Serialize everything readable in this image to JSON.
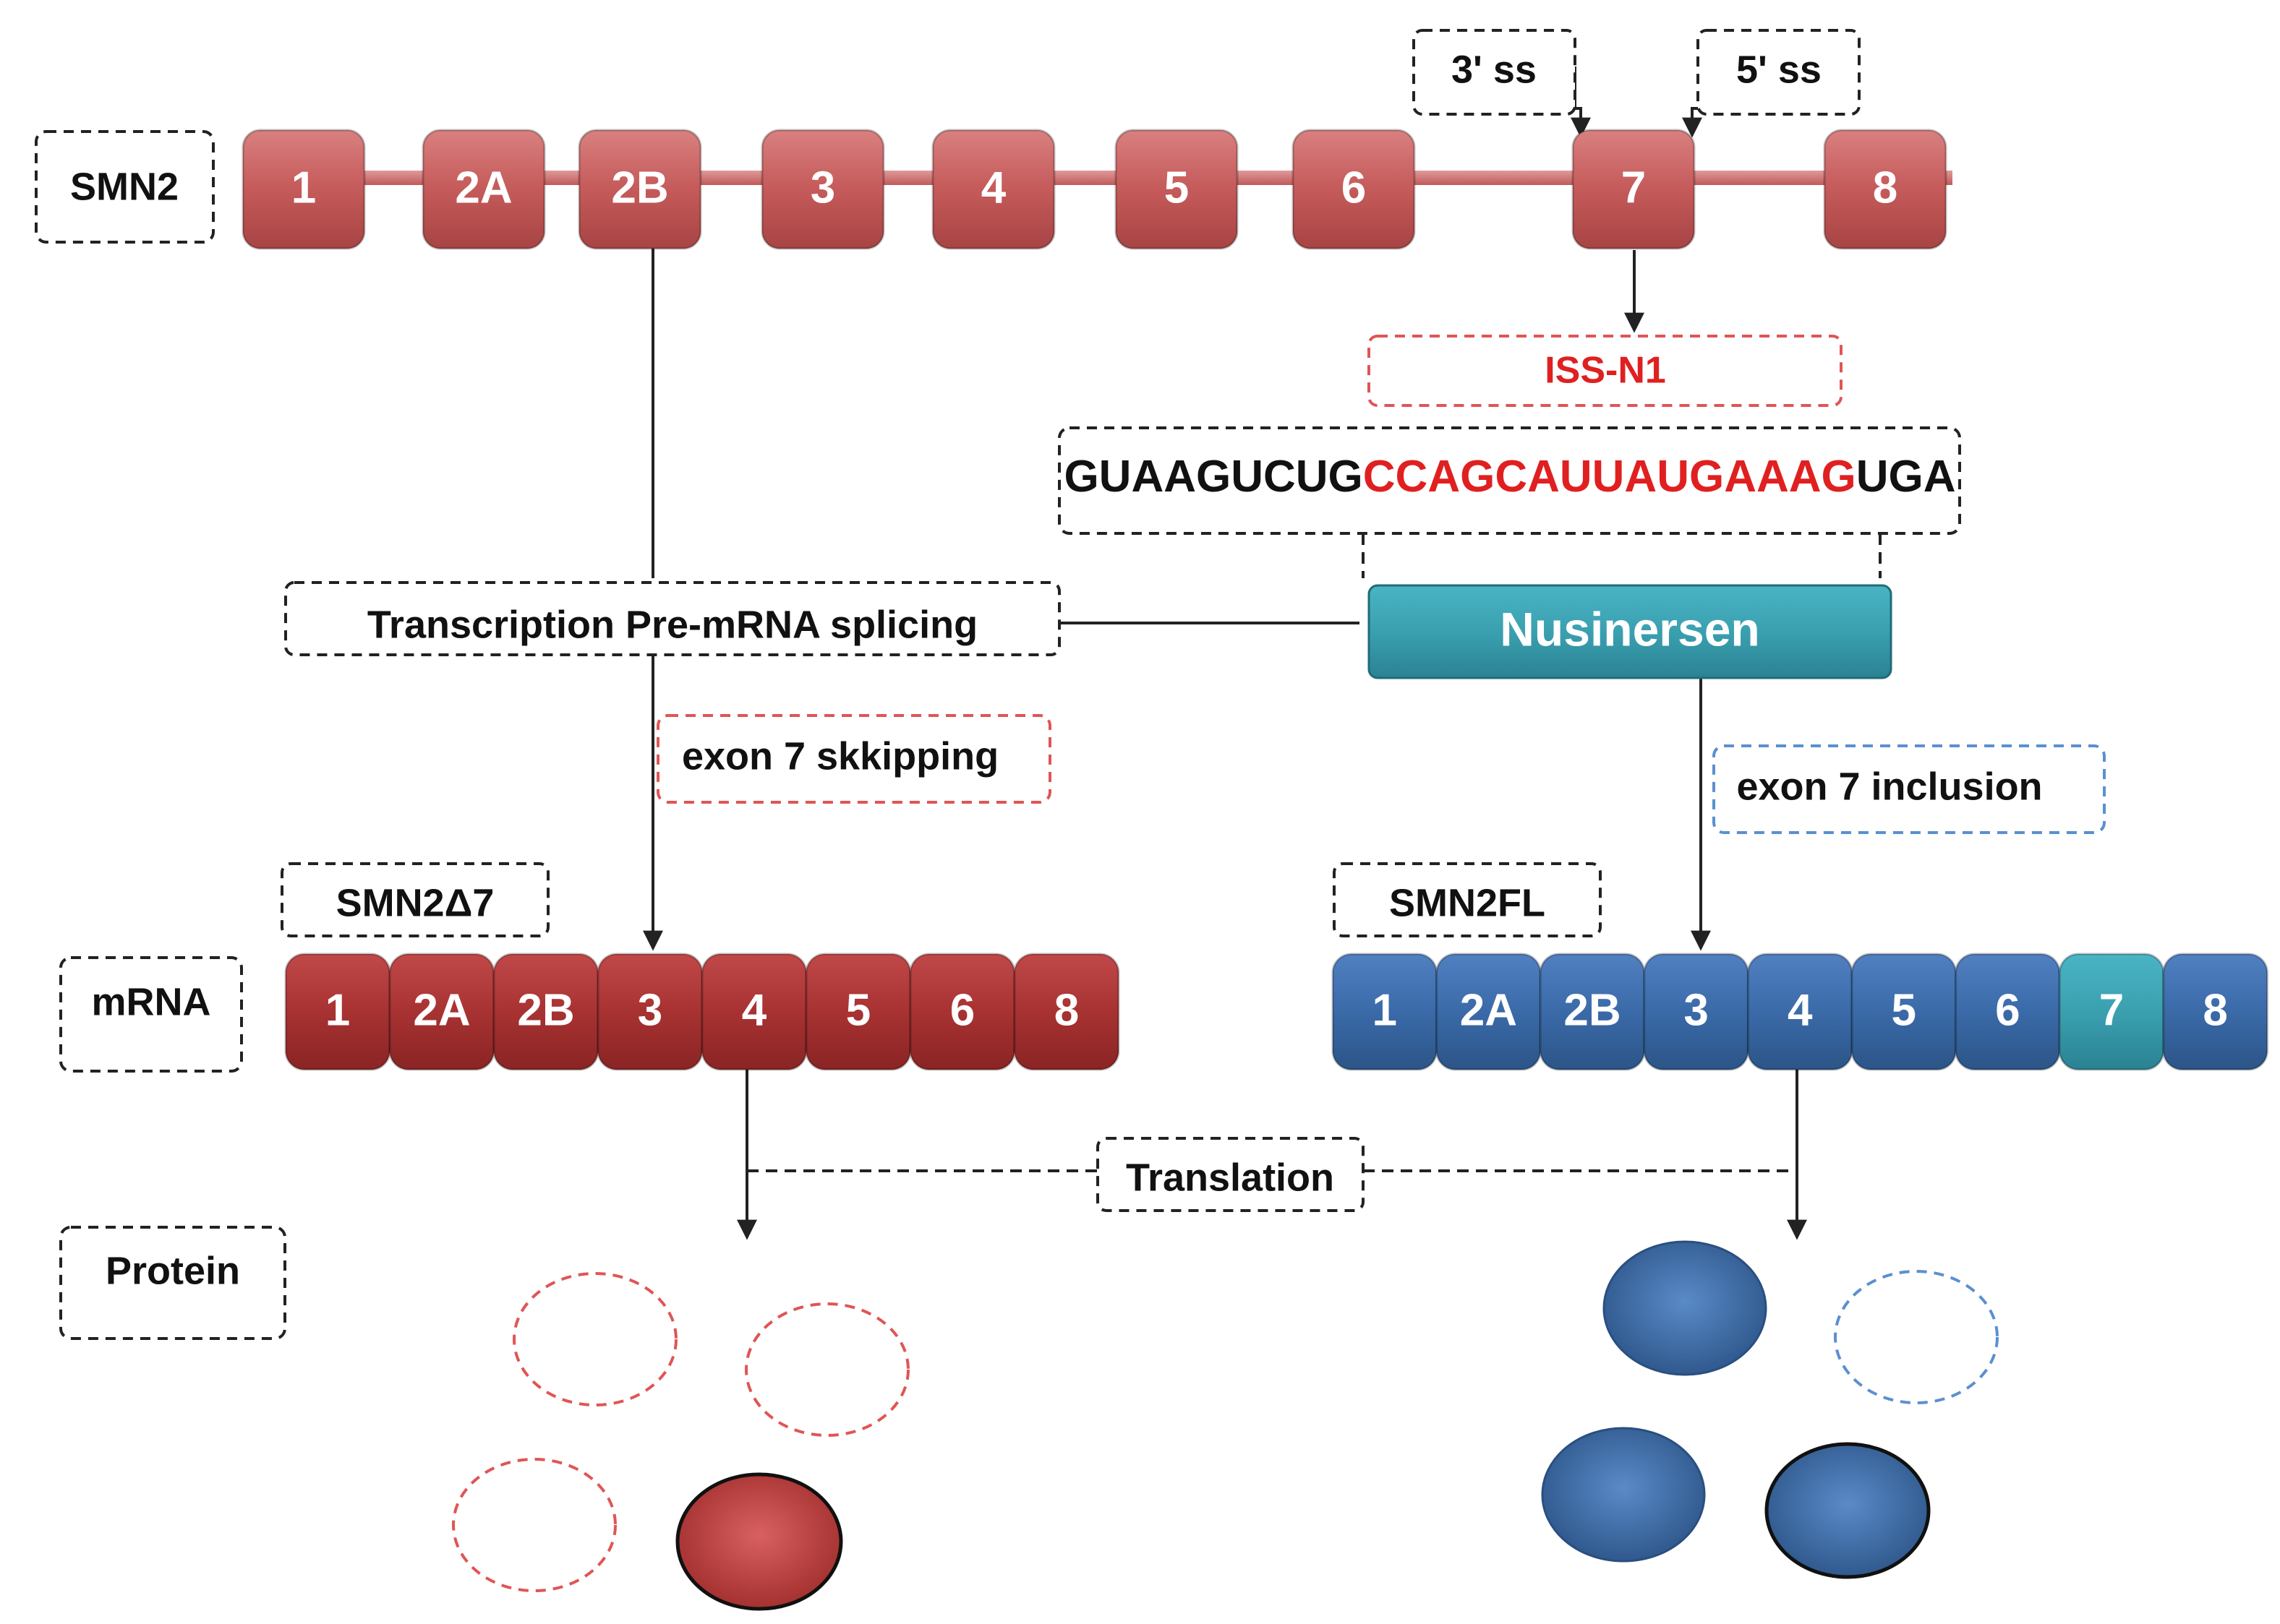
{
  "labels": {
    "smn2": "SMN2",
    "ss3": "3' ss",
    "ss5": "5' ss",
    "iss": "ISS-N1",
    "transcription": "Transcription Pre-mRNA splicing",
    "nusinersen": "Nusinersen",
    "skip": "exon 7 skkipping",
    "incl": "exon 7 inclusion",
    "delta7": "SMN2Δ7",
    "fl": "SMN2FL",
    "mrna": "mRNA",
    "translation": "Translation",
    "protein": "Protein"
  },
  "sequence": {
    "part1": "GUAAGUCUG",
    "part2": "CCAGCAUUAUGAAAG",
    "part3": "UGA"
  },
  "gene_exons": [
    "1",
    "2A",
    "2B",
    "3",
    "4",
    "5",
    "6",
    "7",
    "8"
  ],
  "delta7_exons": [
    "1",
    "2A",
    "2B",
    "3",
    "4",
    "5",
    "6",
    "8"
  ],
  "fl_exons": [
    "1",
    "2A",
    "2B",
    "3",
    "4",
    "5",
    "6",
    "7",
    "8"
  ],
  "colors": {
    "red_exon": "#c55a5a",
    "dark_red_exon": "#a83232",
    "blue_exon": "#3a6aa8",
    "teal": "#3aa0b0",
    "highlight_red": "#e02020",
    "ss_red": "#e05555",
    "ss_blue": "#5a90d0"
  }
}
